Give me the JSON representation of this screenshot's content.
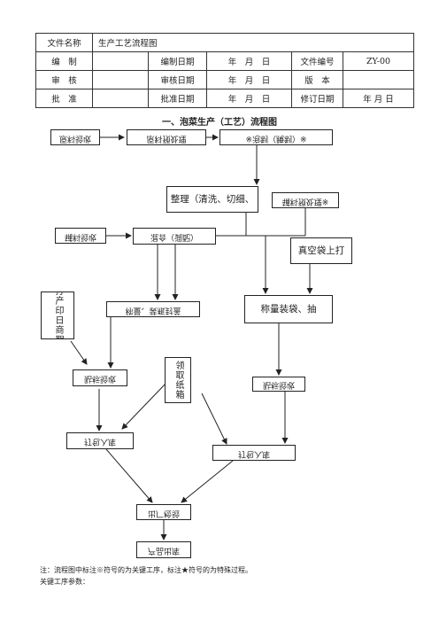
{
  "header_table": {
    "rows": [
      [
        "文件名称",
        "生产工艺流程图"
      ],
      [
        "编　制",
        "",
        "编制日期",
        "年　月　日",
        "文件编号",
        "ZY-00"
      ],
      [
        "审　核",
        "",
        "审核日期",
        "年　月　日",
        "版　本",
        ""
      ],
      [
        "批　准",
        "",
        "批准日期",
        "年　月　日",
        "修订日期",
        "年 月 日"
      ]
    ]
  },
  "title": "一、泡菜生产（工艺）流程图",
  "flow": {
    "raw_acceptance": "原料验收",
    "raw_pretreat": "原料预处理",
    "pickle": "※泡制（腌制）※",
    "trim": "整理（清洗、切细、",
    "auxiliary": "辅料预处理※",
    "vacuum_bag": "真空袋上打",
    "accessory_accept": "辅料验收",
    "mix": "混合（调配）",
    "print_date": "生打产印日商期标",
    "weigh_seal": "称量、装瓶封盖",
    "weigh_bag": "称量装袋、抽",
    "label_left": "贴标验收",
    "carton": "领取纸箱",
    "label_right": "贴标验收",
    "pack_left": "打包入库",
    "pack_right": "打包入库",
    "out_inspect": "出厂检验",
    "product_out": "产品出库"
  },
  "notes": {
    "line1": "注：流程图中标注※符号的为关键工序，标注★符号的为特殊过程。",
    "line2": "关键工序参数："
  }
}
